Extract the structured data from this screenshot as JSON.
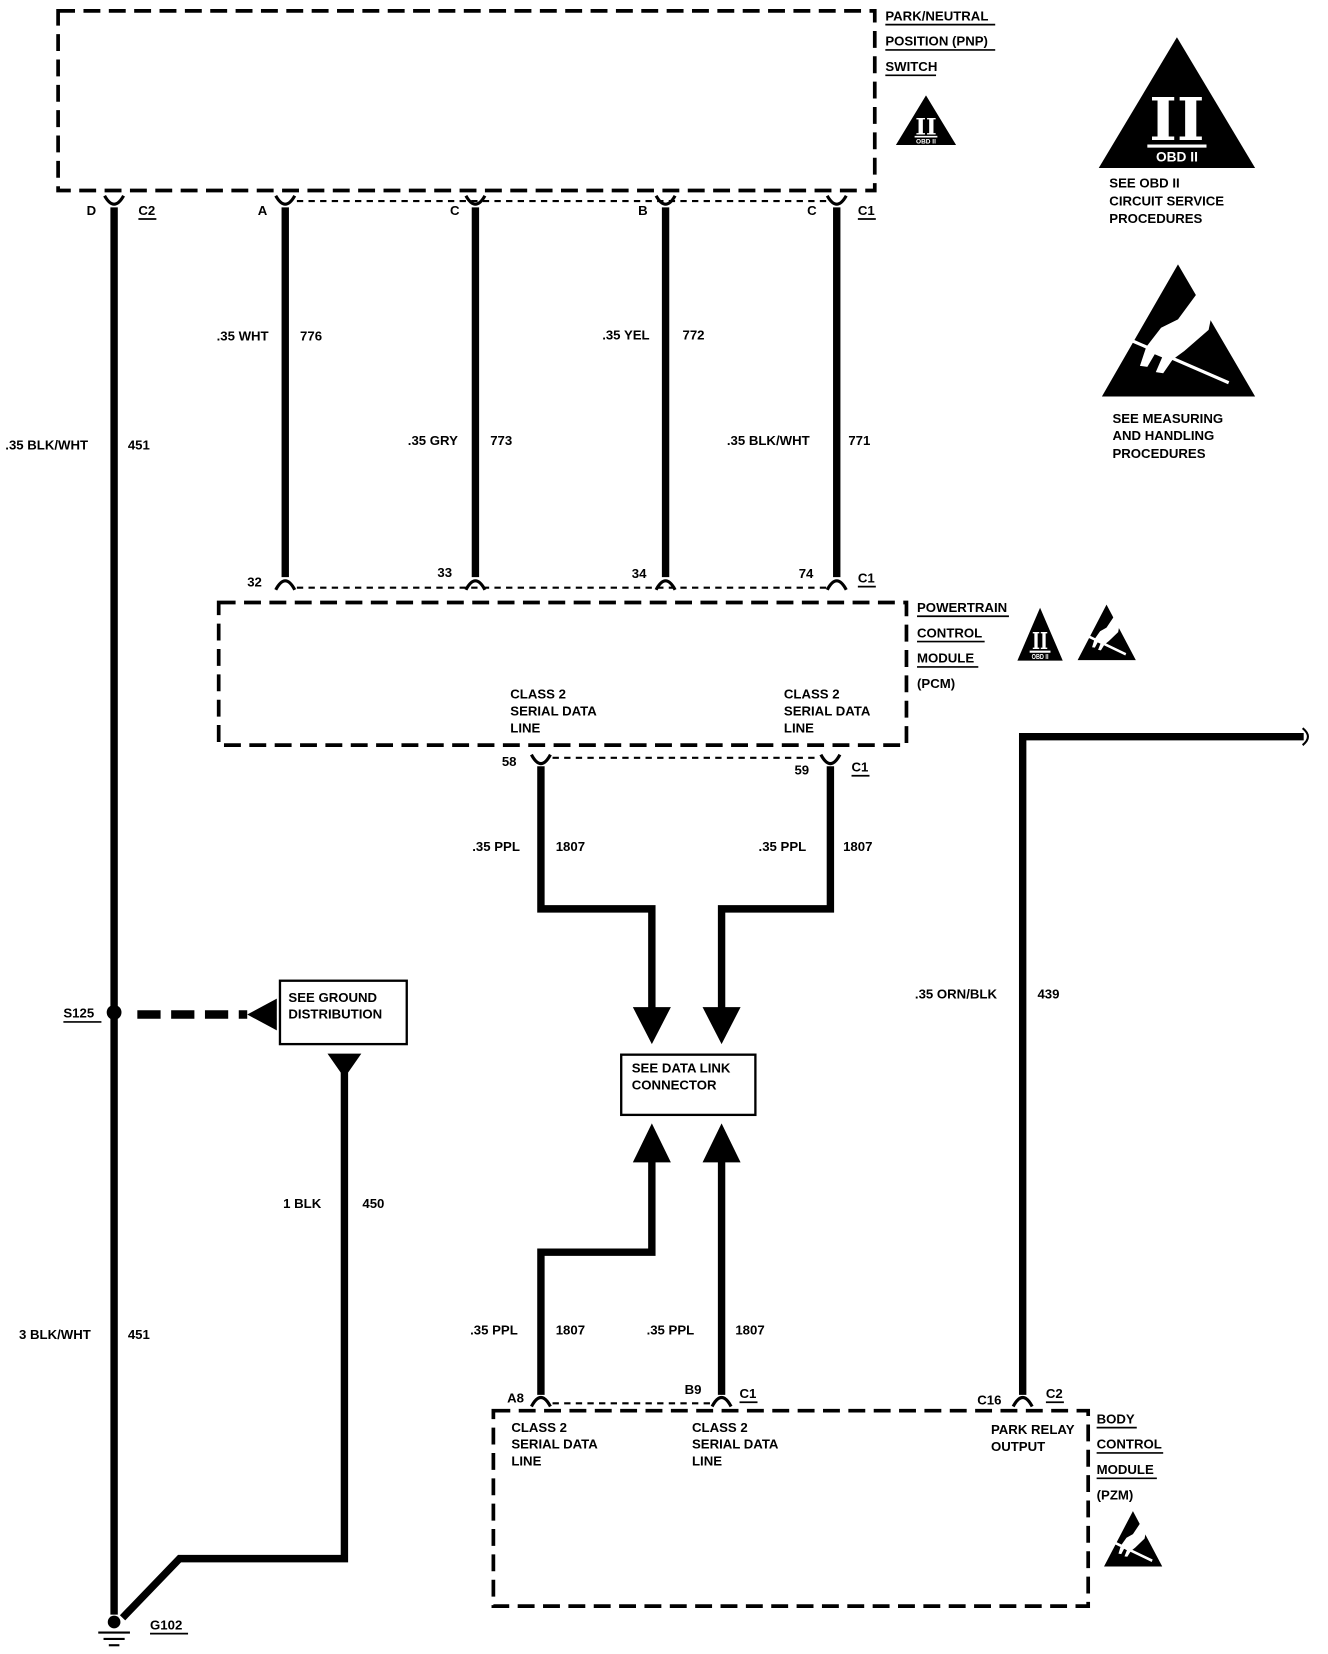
{
  "pnp_switch": {
    "name_lines": [
      "PARK/NEUTRAL",
      "POSITION (PNP)",
      "SWITCH"
    ],
    "badge": {
      "roman": "II",
      "label": "OBD II"
    },
    "pins": {
      "d": "D",
      "c2": "C2",
      "a": "A",
      "c_a": "C",
      "b": "B",
      "c_b": "C",
      "c1": "C1"
    }
  },
  "pcm": {
    "name_lines": [
      "POWERTRAIN",
      "CONTROL",
      "MODULE",
      "(PCM)"
    ],
    "badge": {
      "roman": "II",
      "label": "OBD II"
    },
    "pins_top": {
      "p32": "32",
      "p33": "33",
      "p34": "34",
      "p74": "74",
      "c1": "C1"
    },
    "pins_bottom": {
      "p58": "58",
      "p59": "59",
      "c1": "C1"
    },
    "terminals": [
      [
        "CLASS 2",
        "SERIAL DATA",
        "LINE"
      ],
      [
        "CLASS 2",
        "SERIAL DATA",
        "LINE"
      ]
    ]
  },
  "bcm": {
    "name_lines": [
      "BODY",
      "CONTROL",
      "MODULE",
      "(PZM)"
    ],
    "pins": {
      "a8": "A8",
      "b9": "B9",
      "c1": "C1",
      "c16": "C16",
      "c2": "C2"
    },
    "terminals": [
      [
        "CLASS 2",
        "SERIAL DATA",
        "LINE"
      ],
      [
        "CLASS 2",
        "SERIAL DATA",
        "LINE"
      ],
      [
        "PARK RELAY",
        "OUTPUT"
      ]
    ]
  },
  "data_link": [
    "SEE DATA LINK",
    "CONNECTOR"
  ],
  "ground_distribution": [
    "SEE GROUND",
    "DISTRIBUTION"
  ],
  "splice": "S125",
  "ground": "G102",
  "legend": {
    "obd": {
      "roman": "II",
      "label": "OBD II",
      "lines": [
        "SEE OBD II",
        "CIRCUIT SERVICE",
        "PROCEDURES"
      ]
    },
    "esd": {
      "lines": [
        "SEE MEASURING",
        "AND HANDLING",
        "PROCEDURES"
      ]
    }
  },
  "wires": {
    "c451_upper": {
      "spec": ".35 BLK/WHT",
      "circuit": "451"
    },
    "c776": {
      "spec": ".35 WHT",
      "circuit": "776"
    },
    "c773": {
      "spec": ".35 GRY",
      "circuit": "773"
    },
    "c772": {
      "spec": ".35 YEL",
      "circuit": "772"
    },
    "c771": {
      "spec": ".35 BLK/WHT",
      "circuit": "771"
    },
    "c1807_pcm_58": {
      "spec": ".35 PPL",
      "circuit": "1807"
    },
    "c1807_pcm_59": {
      "spec": ".35 PPL",
      "circuit": "1807"
    },
    "c1807_bcm_a8": {
      "spec": ".35 PPL",
      "circuit": "1807"
    },
    "c1807_bcm_b9": {
      "spec": ".35 PPL",
      "circuit": "1807"
    },
    "c439": {
      "spec": ".35 ORN/BLK",
      "circuit": "439"
    },
    "c450": {
      "spec": "1 BLK",
      "circuit": "450"
    },
    "c451_lower": {
      "spec": "3 BLK/WHT",
      "circuit": "451"
    }
  },
  "colors": {
    "ink": "#000000",
    "paper": "#ffffff"
  }
}
